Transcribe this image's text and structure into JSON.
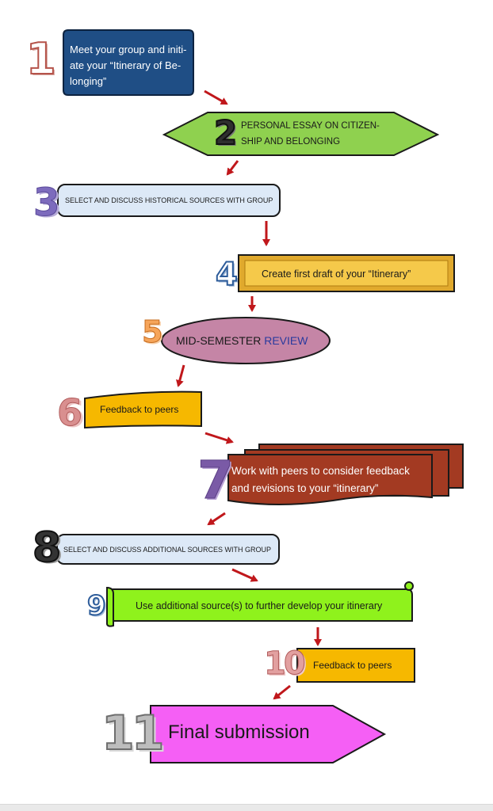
{
  "steps": [
    {
      "number": "1",
      "lines": [
        "Meet your group and initi-",
        "ate your “Itinerary of Be-",
        "longing”"
      ]
    },
    {
      "number": "2",
      "lines": [
        "PERSONAL ESSAY ON CITIZEN-",
        "SHIP AND BELONGING"
      ]
    },
    {
      "number": "3",
      "text": "SELECT AND DISCUSS HISTORICAL SOURCES WITH GROUP"
    },
    {
      "number": "4",
      "text": "Create first draft of your “Itinerary”"
    },
    {
      "number": "5",
      "text_a": "MID-SEMESTER ",
      "text_b": "REVIEW"
    },
    {
      "number": "6",
      "text": "Feedback to peers"
    },
    {
      "number": "7",
      "lines": [
        "Work with peers to consider feedback",
        "and revisions to your “itinerary”"
      ]
    },
    {
      "number": "8",
      "text": "SELECT AND DISCUSS ADDITIONAL SOURCES WITH GROUP"
    },
    {
      "number": "9",
      "text": "Use additional source(s) to further develop your itinerary"
    },
    {
      "number": "10",
      "text": "Feedback to peers"
    },
    {
      "number": "11",
      "text": "Final submission"
    }
  ],
  "colors": {
    "step1_fill": "#1f4e85",
    "step2_fill": "#8fd14f",
    "step3_fill": "#dde9f7",
    "step4_fill": "#f5c94a",
    "step5_fill": "#c585a6",
    "step6_fill": "#f6b800",
    "step7_fill": "#a33a22",
    "step8_fill": "#dde9f7",
    "step9_fill": "#8ff21c",
    "step10_fill": "#f6b800",
    "step11_fill": "#f55ff5",
    "arrow": "#c0171b"
  }
}
